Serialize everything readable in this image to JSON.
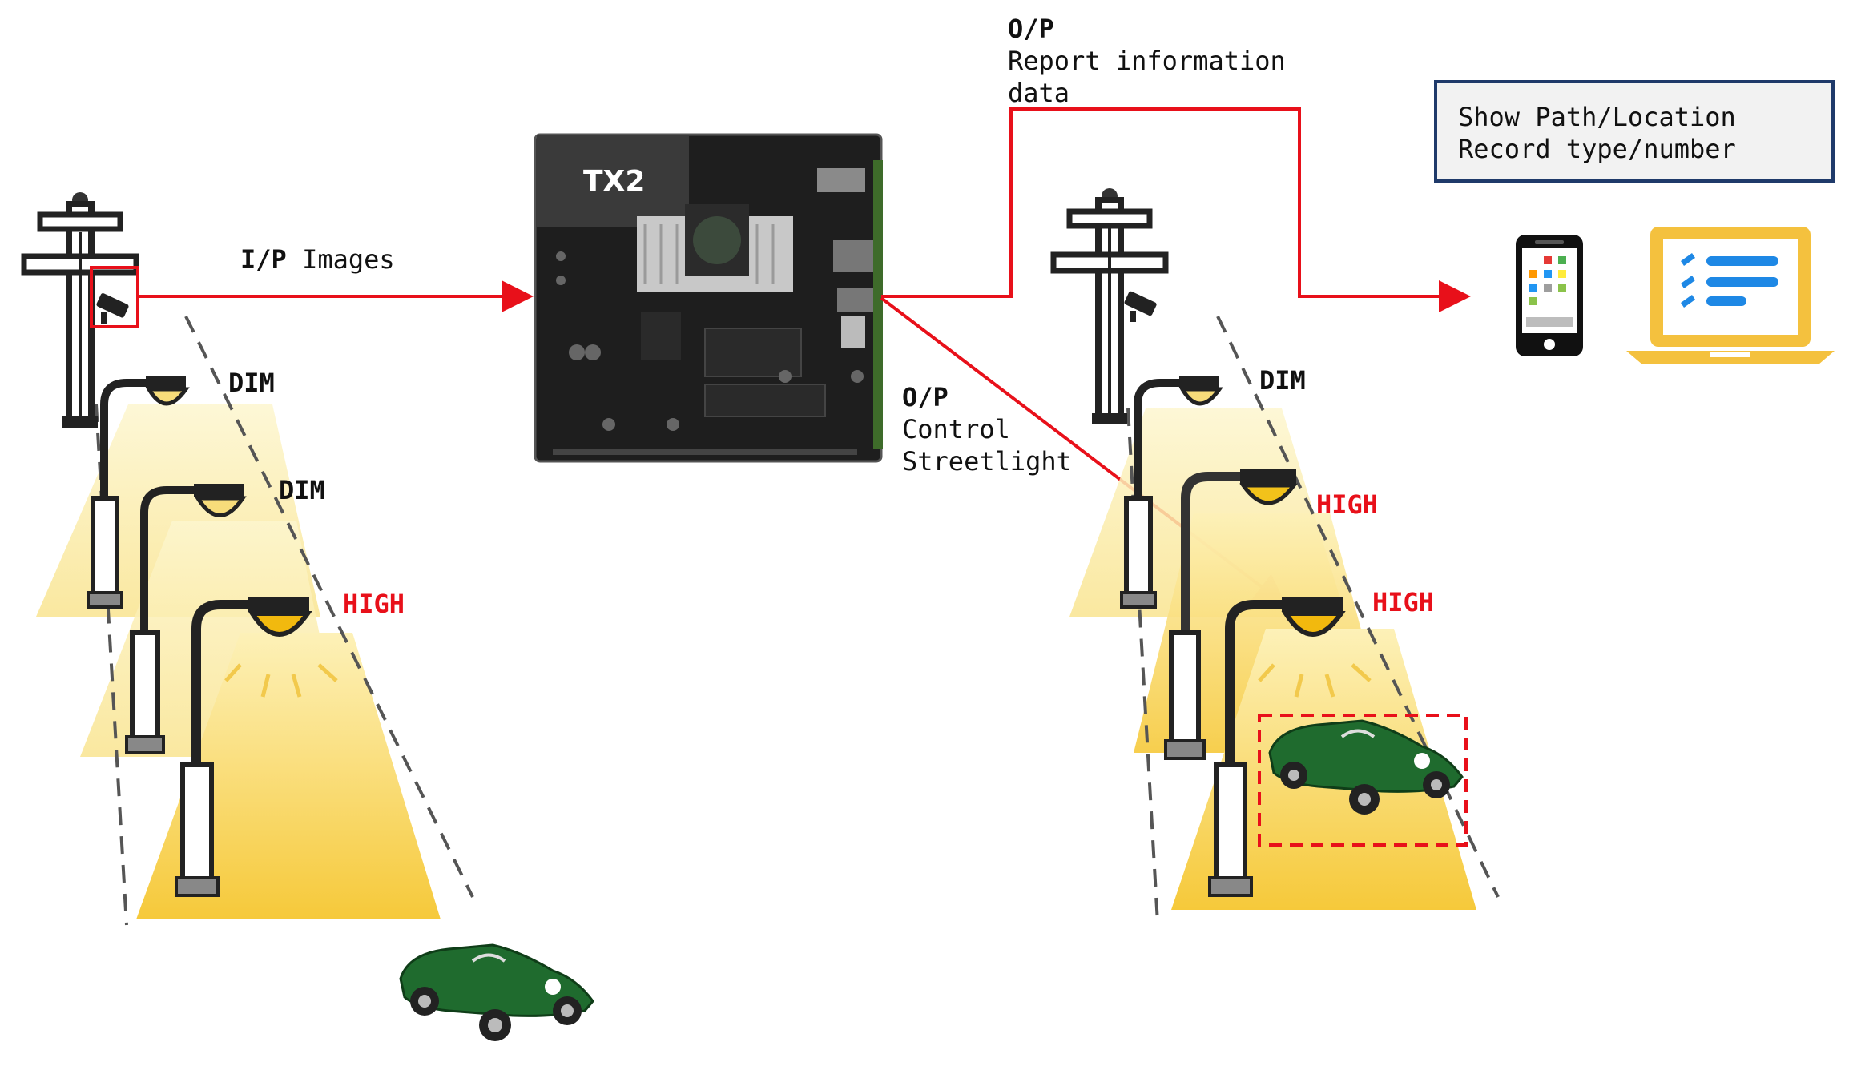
{
  "io": {
    "input": {
      "prefix": "I/P",
      "text": "Images"
    },
    "output_report": {
      "prefix": "O/P",
      "line1": "Report information",
      "line2": "data"
    },
    "output_control": {
      "prefix": "O/P",
      "line1": "Control",
      "line2": "Streetlight"
    }
  },
  "board": {
    "label": "TX2"
  },
  "info_box": {
    "line1": "Show Path/Location",
    "line2": "Record type/number"
  },
  "left_scene": {
    "lamp1": "DIM",
    "lamp2": "DIM",
    "lamp3": "HIGH"
  },
  "right_scene": {
    "lamp1": "DIM",
    "lamp2": "HIGH",
    "lamp3": "HIGH"
  },
  "colors": {
    "arrow": "#e8101a",
    "light_beam": "#f6d34a",
    "board": "#1e1e1e",
    "box_border": "#1f3a6a",
    "car": "#1f6b2e"
  },
  "icons": [
    "utility-pole-icon",
    "camera-icon",
    "street-lamp-icon",
    "car-icon",
    "smartphone-icon",
    "laptop-icon"
  ]
}
